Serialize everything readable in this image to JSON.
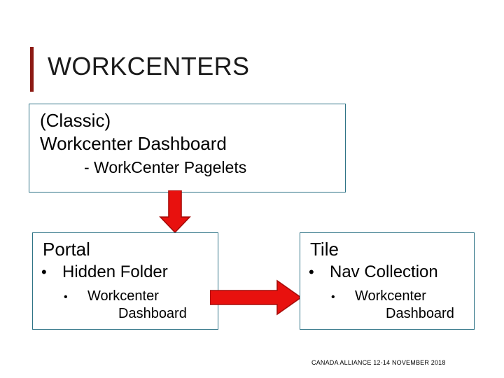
{
  "slide": {
    "title": "WORKCENTERS",
    "accent_color": "#8C1A13",
    "box_border_color": "#2E7386",
    "arrow_color": "#E8110E",
    "background": "#FFFFFF"
  },
  "boxes": {
    "classic": {
      "line1": "(Classic)",
      "line2": "Workcenter Dashboard",
      "line3": "- WorkCenter Pagelets"
    },
    "portal": {
      "heading": "Portal",
      "bullet1_marker": "•",
      "bullet1": "Hidden Folder",
      "bullet2_marker": "•",
      "bullet2_line1": "Workcenter",
      "bullet2_line2": "Dashboard"
    },
    "tile": {
      "heading": "Tile",
      "bullet1_marker": "•",
      "bullet1": "Nav Collection",
      "bullet2_marker": "•",
      "bullet2_line1": "Workcenter",
      "bullet2_line2": "Dashboard"
    }
  },
  "arrows": {
    "down_icon": "arrow-down-icon",
    "right_icon": "arrow-right-icon"
  },
  "footer": {
    "text": "CANADA ALLIANCE   12-14 NOVEMBER 2018"
  }
}
